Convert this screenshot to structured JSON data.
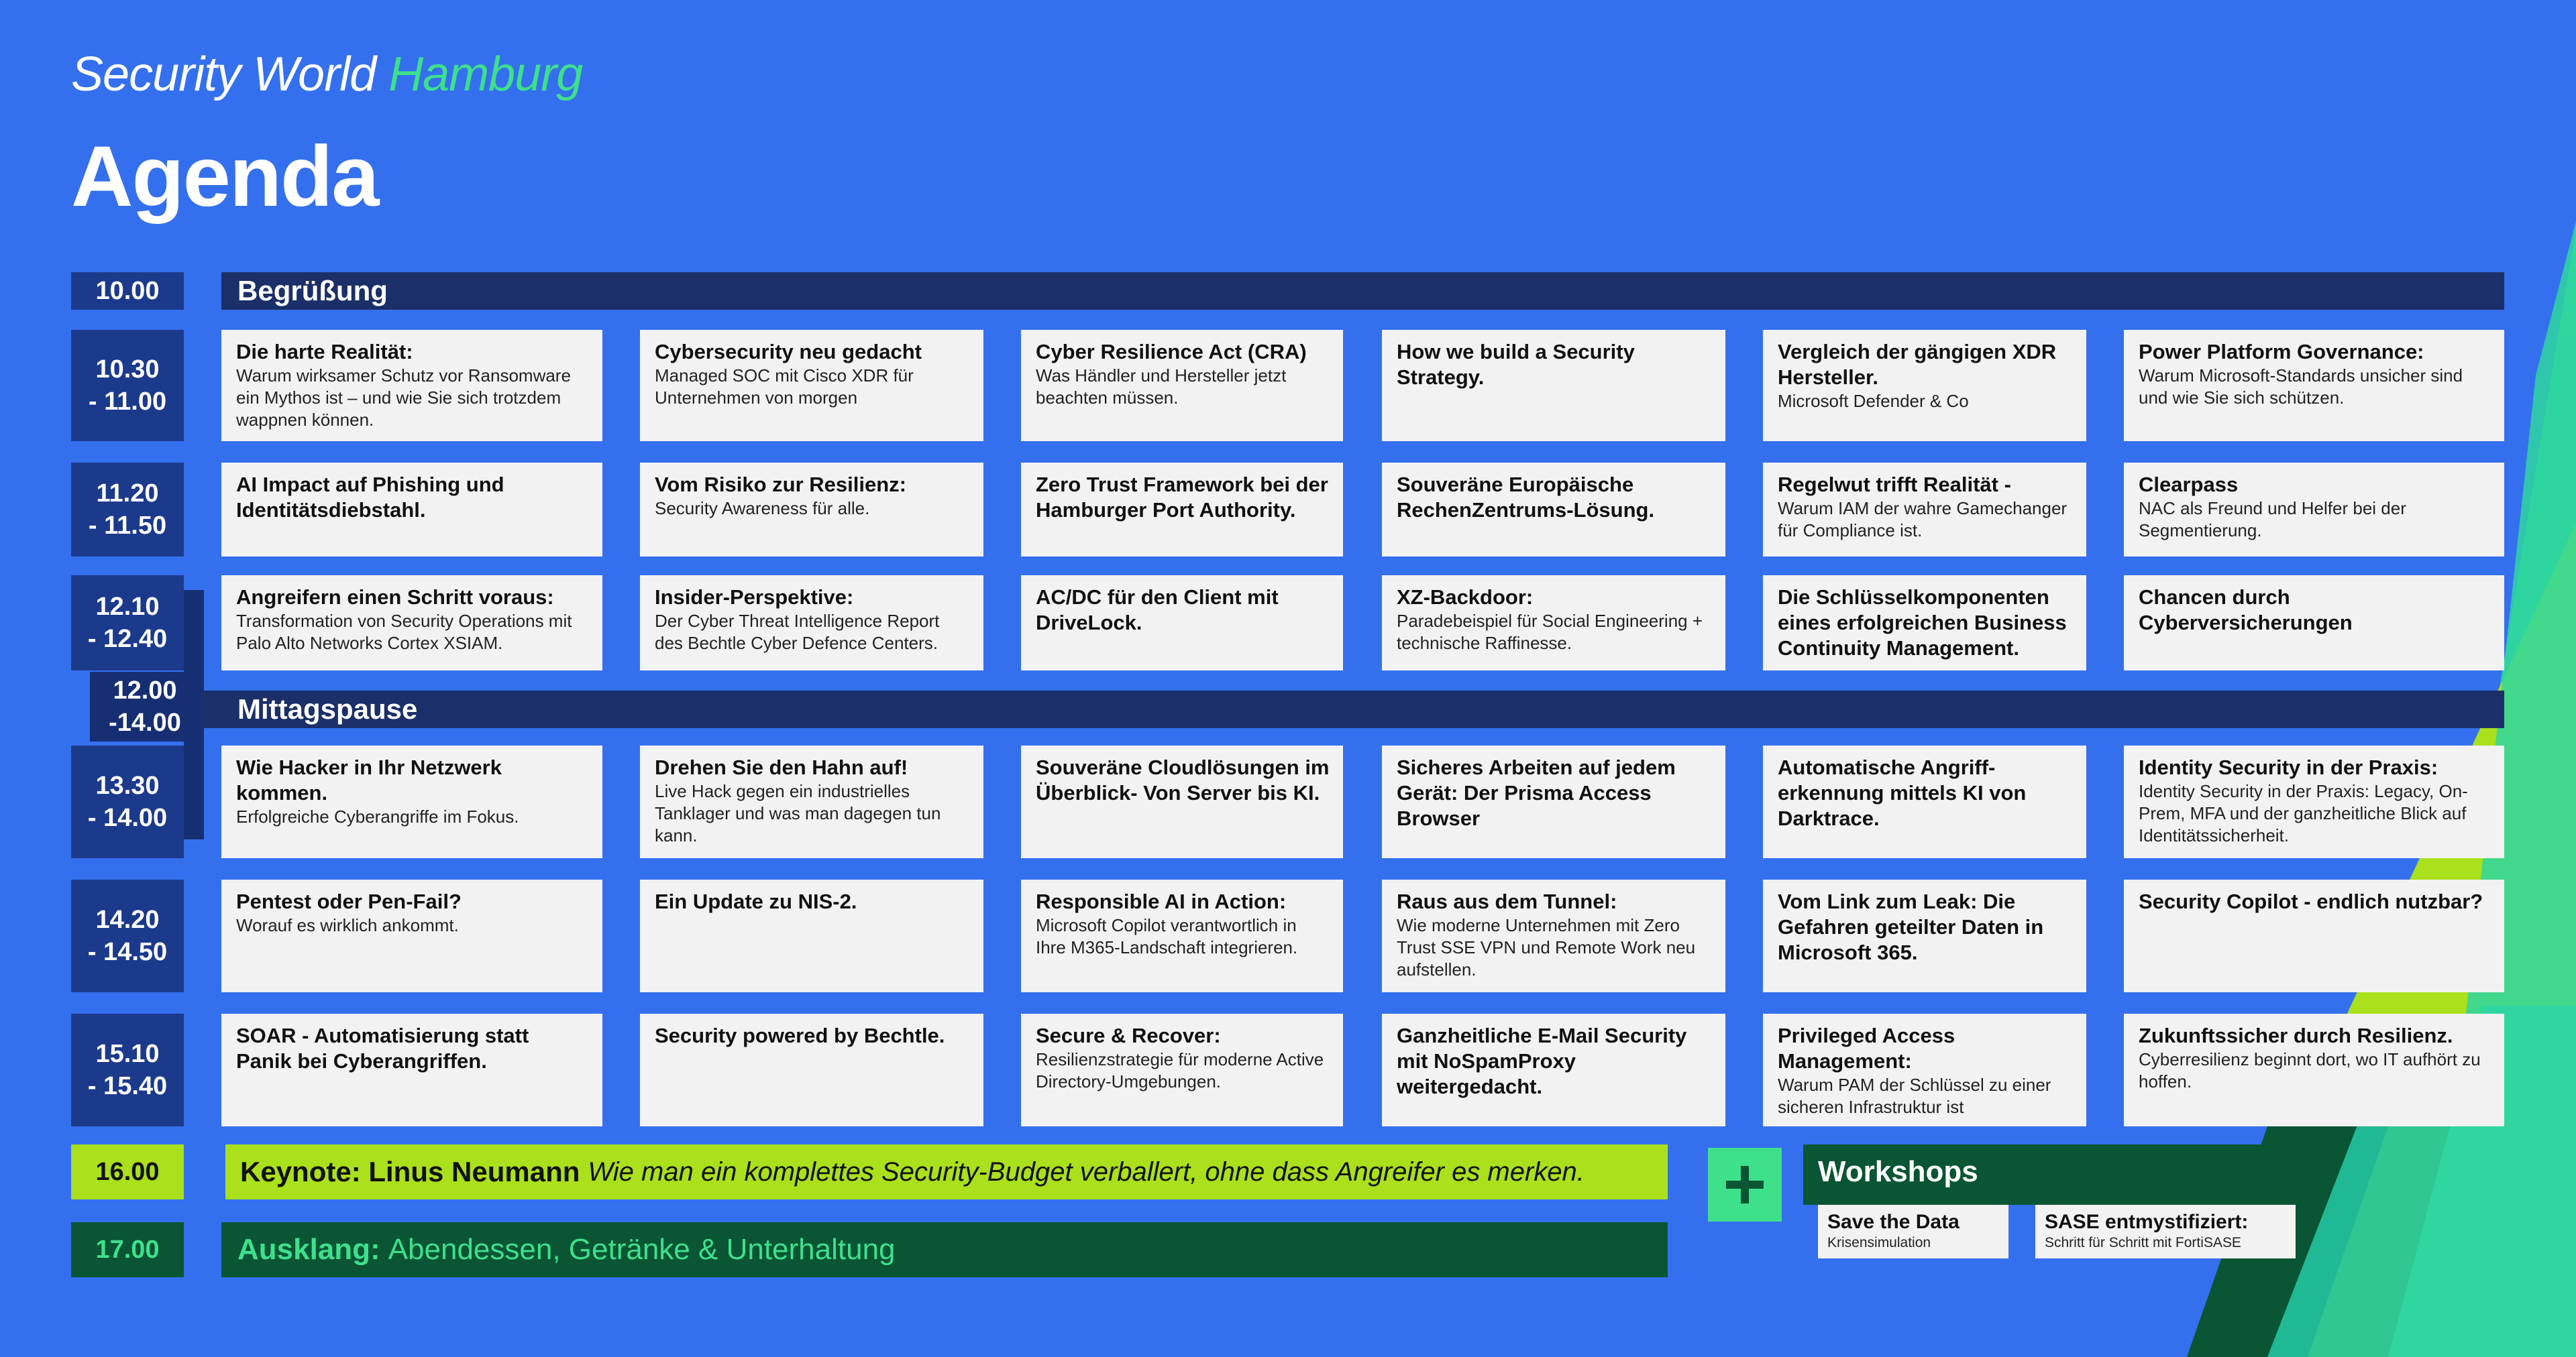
{
  "header": {
    "event_prefix": "Security World",
    "event_city": "Hamburg",
    "title": "Agenda"
  },
  "colors": {
    "background": "#3470ee",
    "navy": "#1b2f68",
    "green": "#3ee08c",
    "lime": "#aae01c",
    "dark_green": "#0a5533",
    "card": "#f2f2f2"
  },
  "welcome": {
    "time": "10.00",
    "label": "Begrüßung"
  },
  "lunch": {
    "time": "12.00\n-14.00",
    "label": "Mittagspause"
  },
  "slots": [
    {
      "time": "10.30\n- 11.00",
      "sessions": [
        {
          "title": "Die harte Realität:",
          "subtitle": "Warum wirksamer Schutz vor Ransomware ein Mythos ist – und wie Sie sich trotzdem wappnen können."
        },
        {
          "title": "Cybersecurity neu gedacht",
          "subtitle": "Managed SOC mit Cisco XDR für Unternehmen von morgen"
        },
        {
          "title": "Cyber Resilience Act (CRA)",
          "subtitle": "Was Händler und Hersteller jetzt beachten müssen."
        },
        {
          "title": "How we build a Security Strategy.",
          "subtitle": ""
        },
        {
          "title": "Vergleich der gängigen XDR Hersteller.",
          "subtitle": "Microsoft Defender & Co"
        },
        {
          "title": "Power Platform Governance:",
          "subtitle": "Warum Microsoft-Standards unsicher sind und wie Sie sich schützen."
        }
      ]
    },
    {
      "time": "11.20\n- 11.50",
      "sessions": [
        {
          "title": "AI Impact auf Phishing und Identitätsdiebstahl.",
          "subtitle": ""
        },
        {
          "title": "Vom Risiko zur Resilienz:",
          "subtitle": "Security Awareness für alle."
        },
        {
          "title": "Zero Trust Framework bei der Hamburger Port Authority.",
          "subtitle": ""
        },
        {
          "title": "Souveräne Europäische RechenZentrums-Lösung.",
          "subtitle": ""
        },
        {
          "title": "Regelwut trifft Realität -",
          "subtitle": "Warum IAM der wahre Gamechanger für Compliance ist."
        },
        {
          "title": "Clearpass",
          "subtitle": "NAC als Freund und Helfer bei der Segmentierung."
        }
      ]
    },
    {
      "time": "12.10\n- 12.40",
      "sessions": [
        {
          "title": "Angreifern einen Schritt voraus:",
          "subtitle": "Transformation von Security Operations mit Palo Alto Networks Cortex XSIAM."
        },
        {
          "title": "Insider-Perspektive:",
          "subtitle": "Der Cyber Threat Intelligence Report des Bechtle Cyber Defence Centers."
        },
        {
          "title": "AC/DC für den Client mit DriveLock.",
          "subtitle": ""
        },
        {
          "title": "XZ-Backdoor:",
          "subtitle": "Paradebeispiel für Social Engineering + technische Raffinesse."
        },
        {
          "title": "Die Schlüsselkomponenten eines erfolgreichen Business Continuity Management.",
          "subtitle": ""
        },
        {
          "title": "Chancen durch Cyberversicherungen",
          "subtitle": ""
        }
      ]
    },
    {
      "time": "13.30\n- 14.00",
      "sessions": [
        {
          "title": "Wie Hacker in Ihr Netzwerk kommen.",
          "subtitle": "Erfolgreiche Cyberangriffe im Fokus."
        },
        {
          "title": "Drehen Sie den Hahn auf!",
          "subtitle": "Live Hack gegen ein industrielles Tanklager und was man dagegen tun kann."
        },
        {
          "title": "Souveräne Cloudlösungen im Überblick- Von Server bis KI.",
          "subtitle": ""
        },
        {
          "title": "Sicheres Arbeiten auf jedem Gerät: Der Prisma Access Browser",
          "subtitle": ""
        },
        {
          "title": "Automatische Angriff-erkennung mittels KI von Darktrace.",
          "subtitle": ""
        },
        {
          "title": "Identity Security in der Praxis:",
          "subtitle": "Identity Security in der Praxis: Legacy, On-Prem, MFA und der ganzheitliche Blick auf Identitätssicherheit."
        }
      ]
    },
    {
      "time": "14.20\n- 14.50",
      "sessions": [
        {
          "title": "Pentest oder Pen-Fail?",
          "subtitle": "Worauf es wirklich ankommt."
        },
        {
          "title": "Ein Update zu NIS-2.",
          "subtitle": ""
        },
        {
          "title": "Responsible AI in Action:",
          "subtitle": "Microsoft Copilot verantwortlich in Ihre M365-Landschaft integrieren."
        },
        {
          "title": "Raus aus dem Tunnel:",
          "subtitle": "Wie moderne Unternehmen mit Zero Trust SSE VPN und Remote Work neu aufstellen."
        },
        {
          "title": "Vom Link zum Leak: Die Gefahren geteilter Daten in Microsoft 365.",
          "subtitle": ""
        },
        {
          "title": "Security Copilot - endlich nutzbar?",
          "subtitle": ""
        }
      ]
    },
    {
      "time": "15.10\n- 15.40",
      "sessions": [
        {
          "title": "SOAR - Automatisierung statt Panik bei Cyberangriffen.",
          "subtitle": ""
        },
        {
          "title": "Security powered by Bechtle.",
          "subtitle": ""
        },
        {
          "title": "Secure & Recover:",
          "subtitle": "Resilienzstrategie für moderne Active Directory-Umgebungen."
        },
        {
          "title": "Ganzheitliche E-Mail Security mit NoSpamProxy weitergedacht.",
          "subtitle": ""
        },
        {
          "title": "Privileged Access Management:",
          "subtitle": "Warum PAM der Schlüssel zu einer sicheren Infrastruktur ist"
        },
        {
          "title": "Zukunftssicher durch Resilienz.",
          "subtitle": "Cyberresilienz beginnt dort, wo IT aufhört zu hoffen."
        }
      ]
    }
  ],
  "keynote": {
    "time": "16.00",
    "label": "Keynote: Linus Neumann",
    "subtitle": "Wie man ein komplettes Security-Budget verballert, ohne dass Angreifer es merken."
  },
  "ausklang": {
    "time": "17.00",
    "label": "Ausklang:",
    "subtitle": "Abendessen, Getränke & Unterhaltung"
  },
  "workshops": {
    "label": "Workshops",
    "plus_icon": "plus-icon",
    "items": [
      {
        "title": "Save the Data",
        "subtitle": "Krisensimulation"
      },
      {
        "title": "SASE entmystifiziert:",
        "subtitle": "Schritt für Schritt mit FortiSASE"
      }
    ]
  }
}
